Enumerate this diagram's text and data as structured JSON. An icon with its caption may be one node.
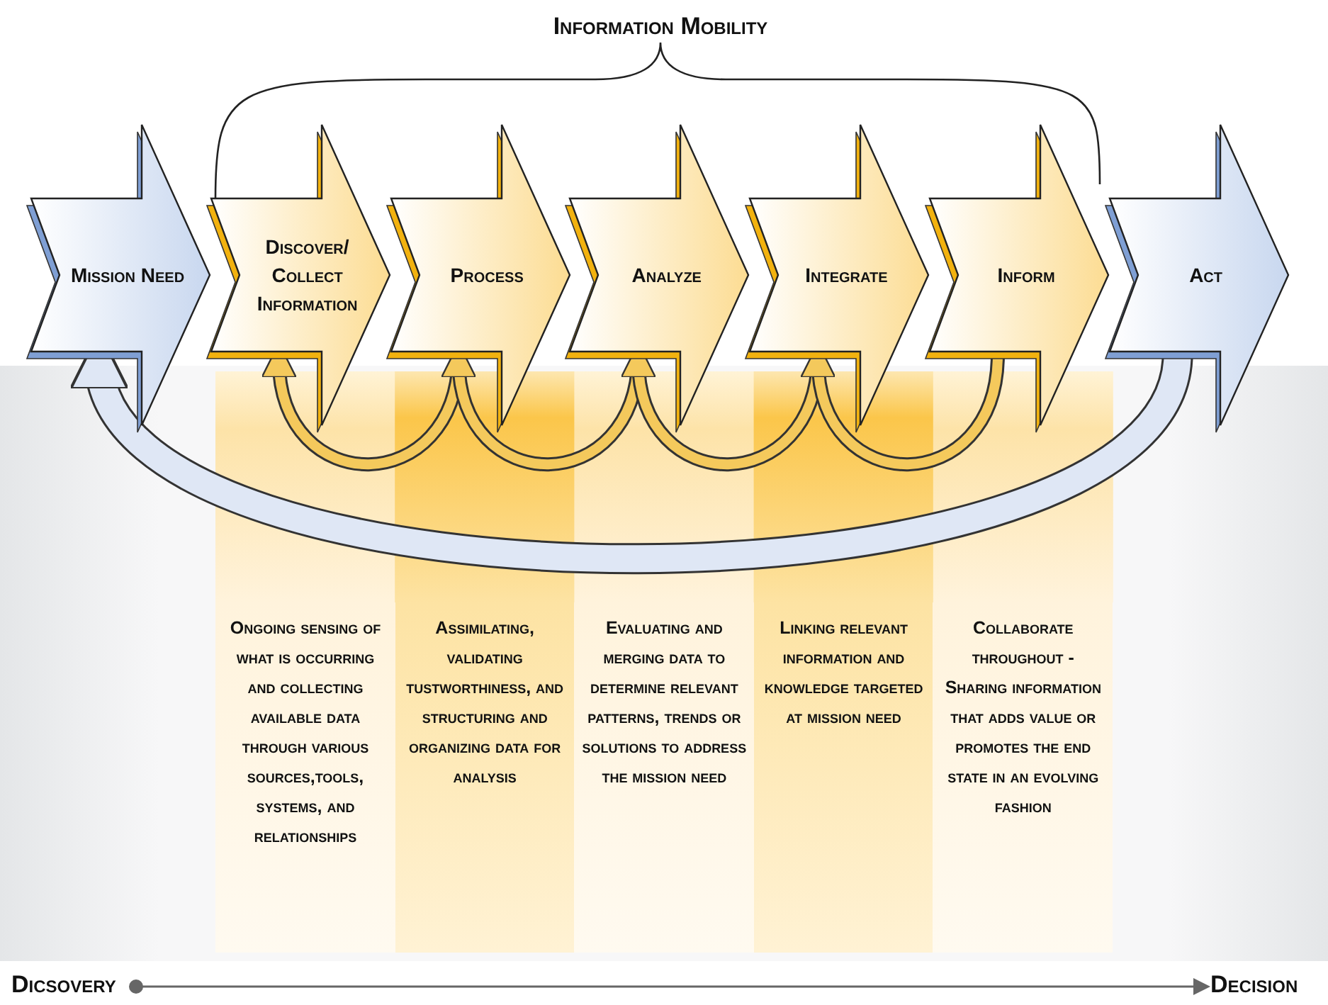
{
  "diagram": {
    "nodes": [
      {
        "text": [
          "Mission Need"
        ]
      },
      {
        "text": [
          "Discover/ Collect Information"
        ]
      },
      {
        "text": [
          "Process"
        ]
      },
      {
        "text": [
          "Analyze"
        ]
      },
      {
        "text": [
          "Integrate"
        ]
      },
      {
        "text": [
          "Inform"
        ]
      },
      {
        "text": [
          "Act"
        ]
      },
      {
        "text": [
          "Ongoing sensing of what is occurring and collecting available data through various sources,tools, systems, and relationships"
        ]
      },
      {
        "text": [
          "Assimilating, validating tustworthiness, and structuring and organizing data for analysis"
        ]
      },
      {
        "text": [
          "Evaluating and merging data to determine relevant patterns, trends or solutions to address the mission need"
        ]
      },
      {
        "text": [
          "Linking relevant information and knowledge targeted at mission need"
        ]
      },
      {
        "text": [
          "Collaborate throughout - Sharing information that adds value or promotes the end state in an evolving fashion"
        ]
      },
      {
        "text": [
          "Dicsovery"
        ]
      },
      {
        "text": [
          "Decision"
        ]
      }
    ],
    "edges": [
      {
        "from": 6,
        "to": 0,
        "arrow": "to",
        "style": "thick",
        "color": "#dfe7f5"
      },
      {
        "from": 2,
        "to": 1,
        "arrow": "to"
      },
      {
        "from": 3,
        "to": 2,
        "arrow": "to"
      },
      {
        "from": 4,
        "to": 3,
        "arrow": "to"
      },
      {
        "from": 5,
        "to": 4,
        "arrow": "to"
      },
      {
        "from": 12,
        "to": 13,
        "arrow": "to",
        "color": "#666666"
      }
    ],
    "labels": [
      "Information Mobility"
    ]
  }
}
